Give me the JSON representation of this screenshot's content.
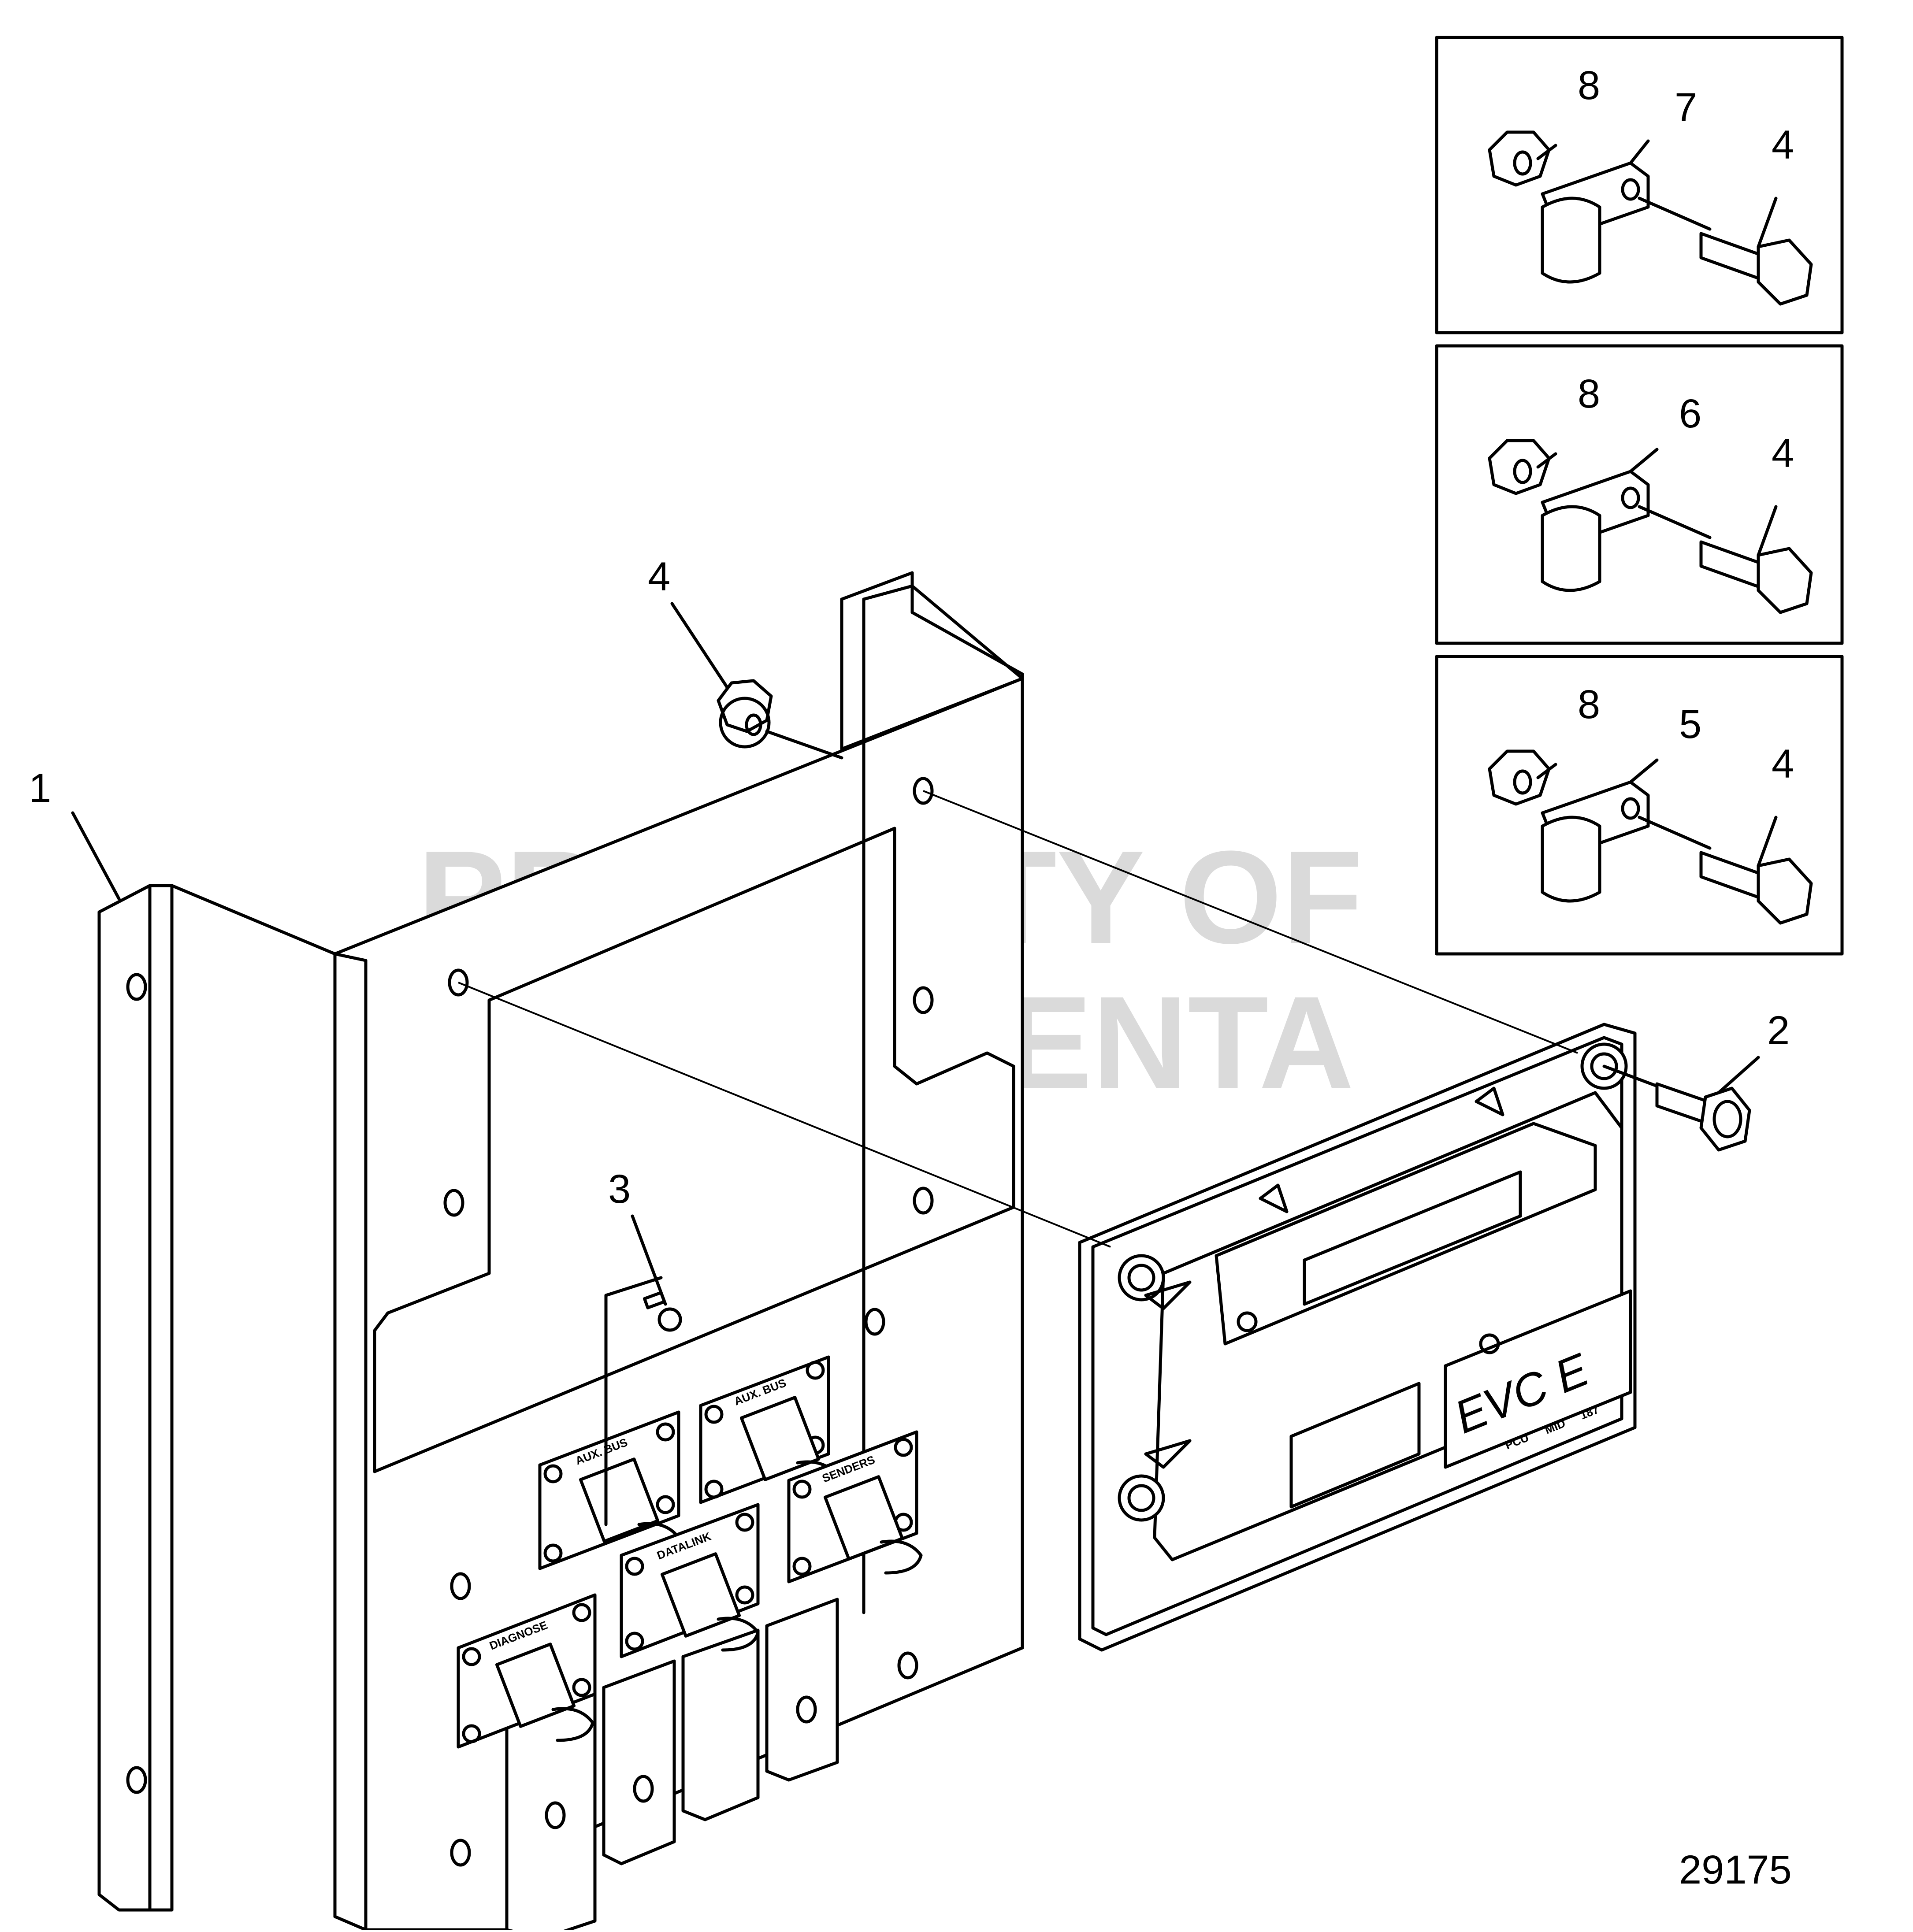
{
  "drawing": {
    "number": "29175",
    "watermark": [
      "PROPERTY OF",
      "VOLVO PENTA"
    ]
  },
  "callouts": {
    "bracket": "1",
    "screw_pcu": "2",
    "screw_small": "3",
    "nut_top": "4",
    "detail1_nut": "8",
    "detail1_clamp": "7",
    "detail1_bolt": "4",
    "detail2_nut": "8",
    "detail2_clamp": "6",
    "detail2_bolt": "4",
    "detail3_nut": "8",
    "detail3_clamp": "5",
    "detail3_bolt": "4"
  },
  "connectors": {
    "aux_bus_upper": "AUX. BUS",
    "aux_bus_lower": "AUX. BUS",
    "senders": "SENDERS",
    "datalink": "DATALINK",
    "diagnose": "DIAGNOSE"
  },
  "pcu": {
    "brand": "EVC E",
    "model": "PCU",
    "mid_label": "MID",
    "mid_value": "187"
  }
}
